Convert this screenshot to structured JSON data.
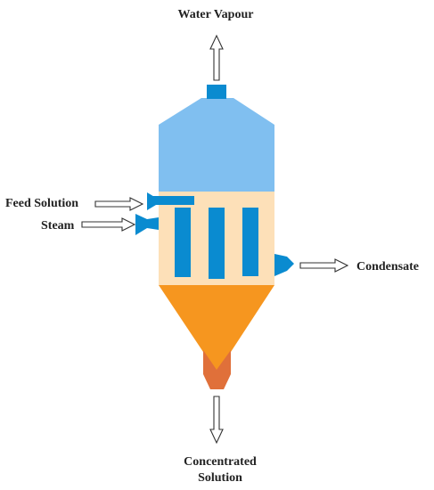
{
  "labels": {
    "water_vapour": "Water Vapour",
    "feed_solution": "Feed Solution",
    "steam": "Steam",
    "condensate": "Condensate",
    "concentrated_line1": "Concentrated",
    "concentrated_line2": "Solution"
  },
  "colors": {
    "vapour_chamber": "#80bff0",
    "heating_section": "#fde0b8",
    "tubes": "#0a8bd0",
    "cone": "#f6961f",
    "outlet": "#e0703a",
    "arrow_stroke": "#333333"
  }
}
